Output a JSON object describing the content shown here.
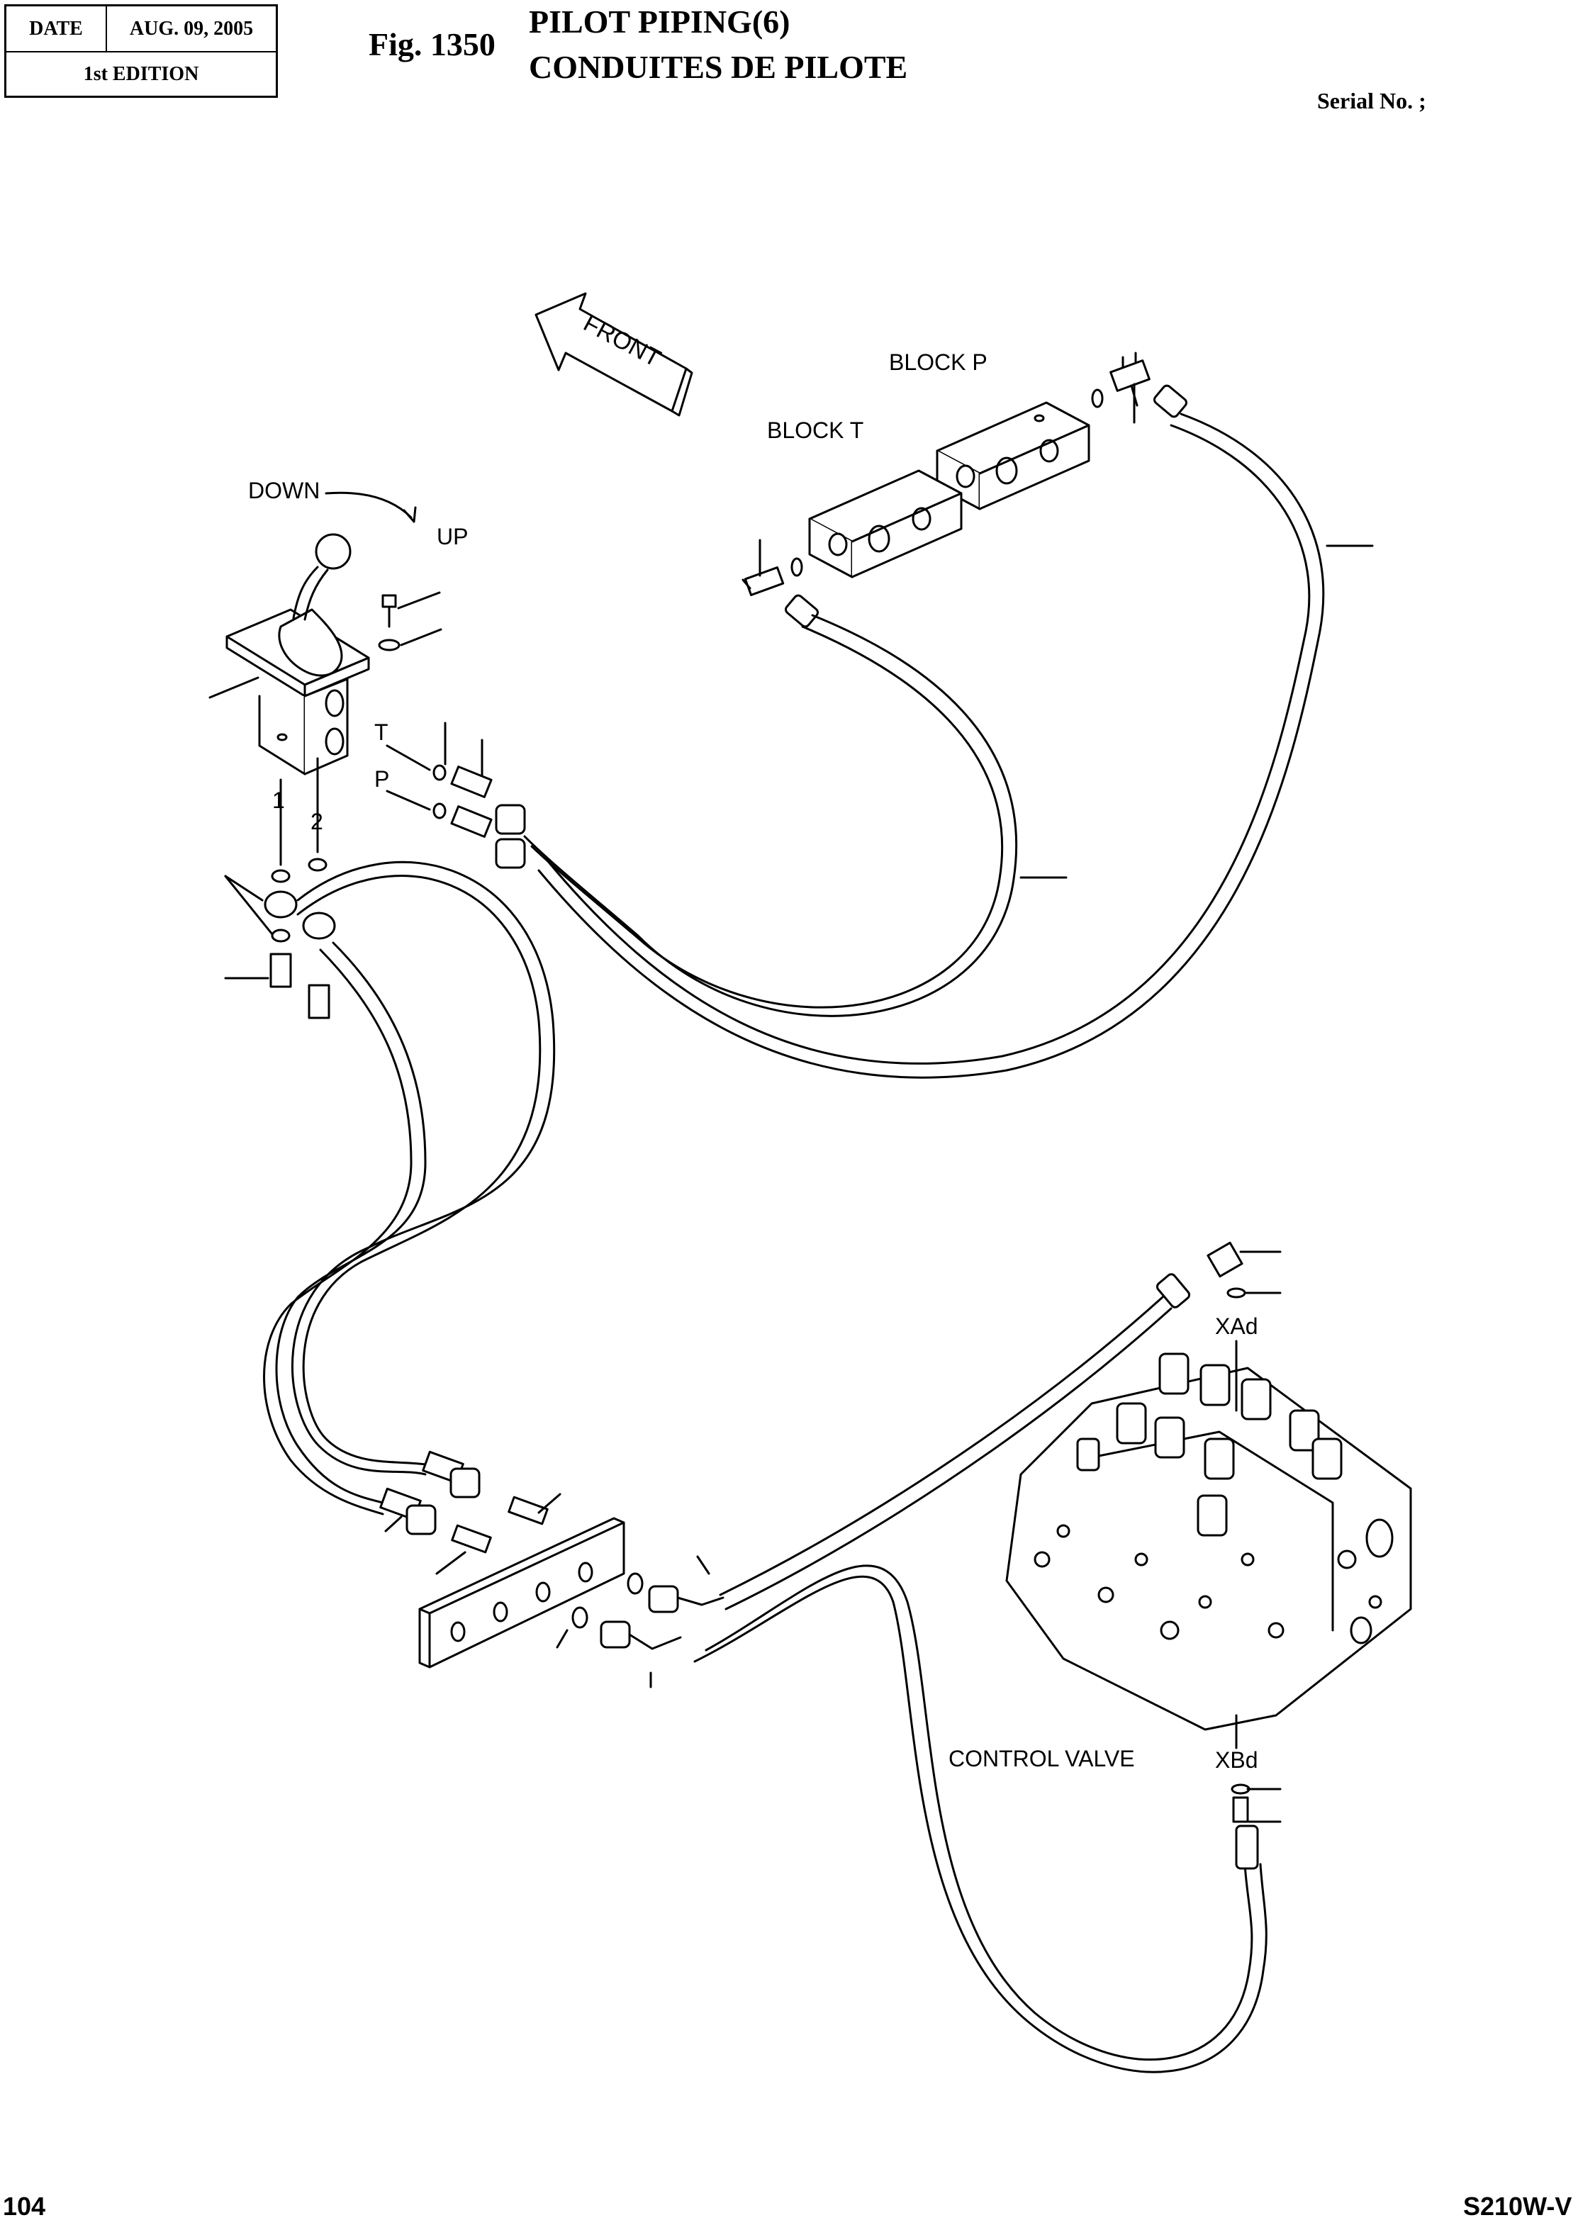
{
  "header": {
    "date_label": "DATE",
    "date_value": "AUG. 09, 2005",
    "edition": "1st EDITION"
  },
  "figure": {
    "number": "Fig. 1350",
    "title_en": "PILOT PIPING(6)",
    "title_fr": "CONDUITES DE PILOTE",
    "serial": "Serial No. ;"
  },
  "labels": {
    "front": "FRONT",
    "block_p": "BLOCK P",
    "block_t": "BLOCK T",
    "down": "DOWN",
    "up": "UP",
    "port_t": "T",
    "port_p": "P",
    "port_1": "1",
    "port_2": "2",
    "xad": "XAd",
    "xbd": "XBd",
    "control_valve": "CONTROL VALVE"
  },
  "footer": {
    "page": "104",
    "model": "S210W-V"
  }
}
